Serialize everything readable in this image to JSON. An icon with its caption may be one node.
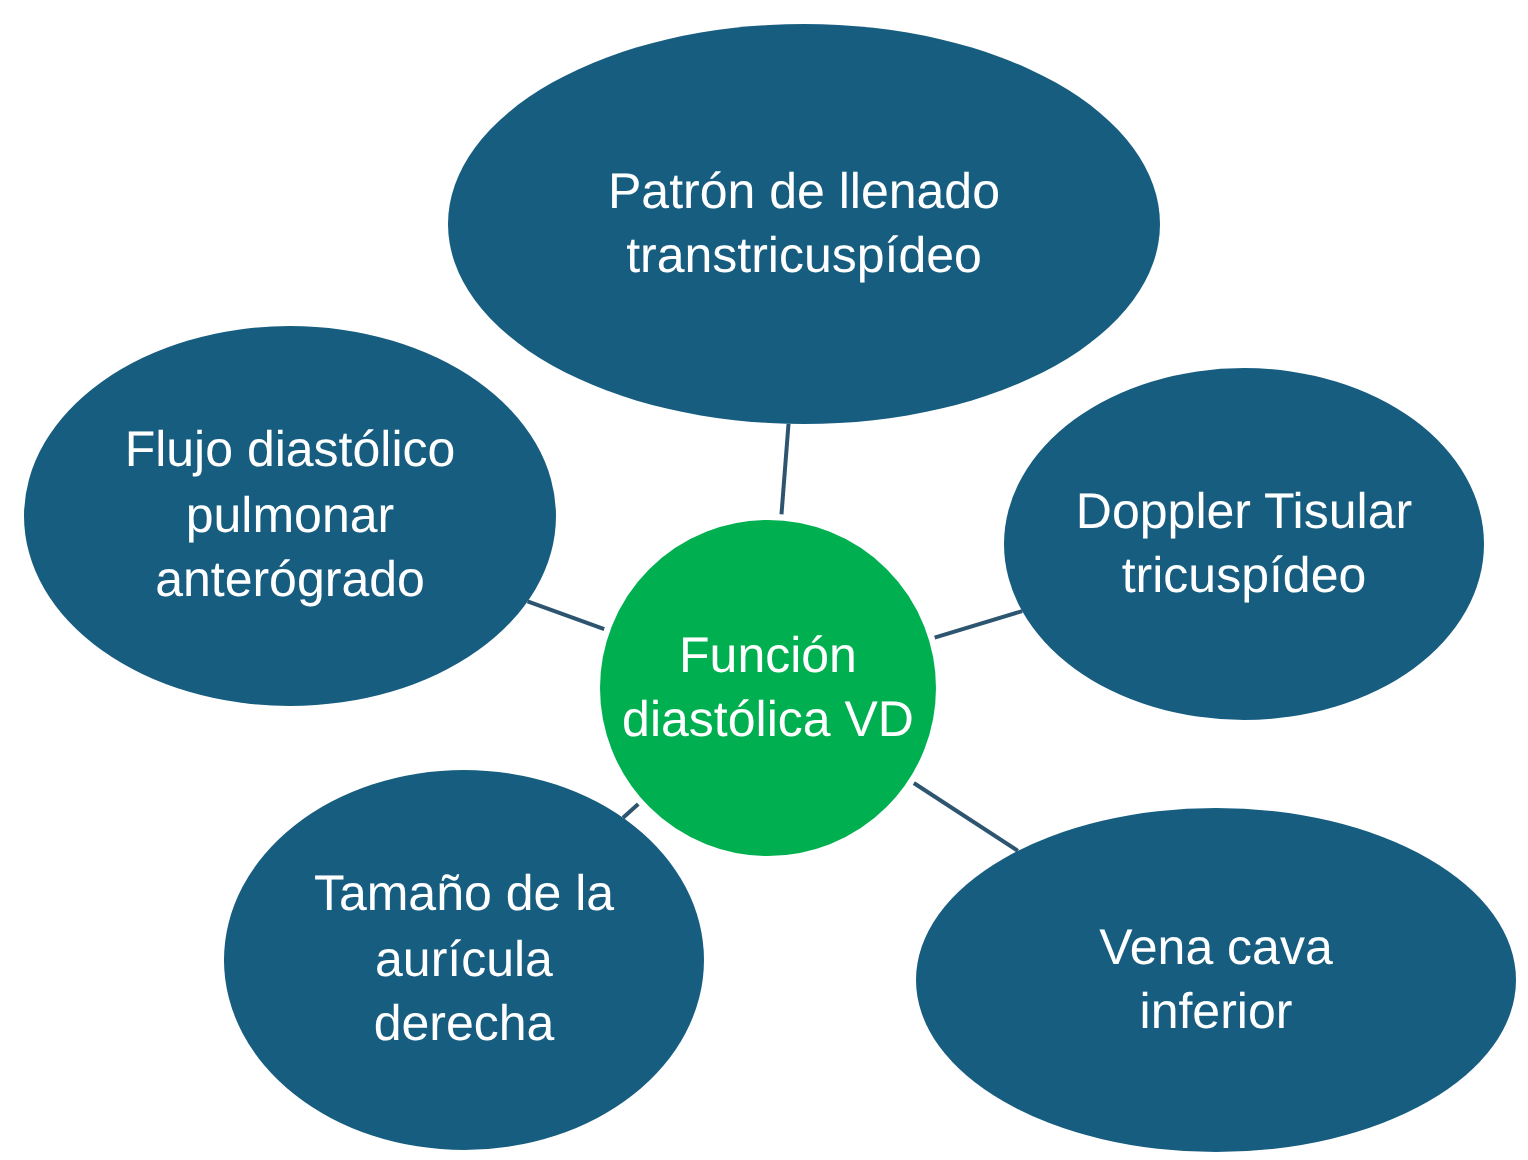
{
  "diagram": {
    "nodes": [
      {
        "text": [
          "Función diastólica VD"
        ]
      },
      {
        "text": [
          "Patrón de llenado transtricuspídeo"
        ]
      },
      {
        "text": [
          "Flujo diastólico pulmonar anterógrado"
        ]
      },
      {
        "text": [
          "Doppler Tisular tricuspídeo"
        ]
      },
      {
        "text": [
          "Tamaño de la aurícula derecha"
        ]
      },
      {
        "text": [
          "Vena cava inferior"
        ]
      }
    ],
    "edges": [
      {
        "from": 0,
        "to": 1,
        "arrow": "none"
      },
      {
        "from": 0,
        "to": 2,
        "arrow": "none"
      },
      {
        "from": 0,
        "to": 3,
        "arrow": "none"
      },
      {
        "from": 0,
        "to": 4,
        "arrow": "none"
      },
      {
        "from": 0,
        "to": 5,
        "arrow": "none"
      }
    ]
  }
}
